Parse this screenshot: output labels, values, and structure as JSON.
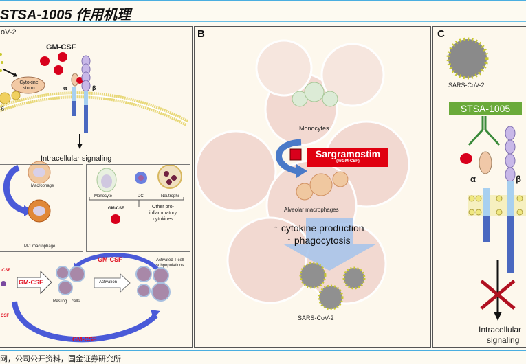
{
  "title": "STSA-1005 作用机理",
  "footer": "网，公司公开资料，国金证券研究所",
  "colors": {
    "accent_line": "#4aaee0",
    "gmcsf_red": "#d8001c",
    "receptor_blue": "#4a68c0",
    "stsa_green": "#6aaa3a",
    "sargramostim_red": "#e00010"
  },
  "panelA": {
    "virus_label": "oV-2",
    "gmcsf_label": "GM-CSF",
    "cytokine_storm": "Cytokine storm",
    "il6_label": "-6",
    "alpha": "α",
    "beta": "β",
    "intracellular": "Intracellular signaling",
    "macrophage": "Macrophage",
    "m1_macrophage": "M-1 macrophage",
    "monocyte": "Monocyte",
    "dc": "DC",
    "neutrophil": "Neutrophil",
    "gmcsf_small": "GM-CSF",
    "other_cytokines": "Other pro-inflammatory cytokines",
    "gmcsf_top": "GM-CSF",
    "gmcsf_arrow": "GM-CSF",
    "gmcsf_bottom": "GM-CSF",
    "gmcsf_left_top": "-CSF",
    "gmcsf_left_bottom": "CSF",
    "resting_t": "Resting T cells",
    "activation": "Activation",
    "activated_t": "Activated T cell subpopulations"
  },
  "panelB": {
    "letter": "B",
    "monocytes": "Monocytes",
    "sargramostim": "Sargramostim",
    "hrgmcsf": "(hrGM-CSF)",
    "alveolar": "Alveolar macrophages",
    "effect1": "↑ cytokine production",
    "effect2": "↑  phagocytosis",
    "virus": "SARS-CoV-2"
  },
  "panelC": {
    "letter": "C",
    "virus": "SARS-CoV-2",
    "drug": "STSA-1005",
    "alpha": "α",
    "beta": "β",
    "intracellular1": "Intracellular",
    "intracellular2": "signaling"
  }
}
